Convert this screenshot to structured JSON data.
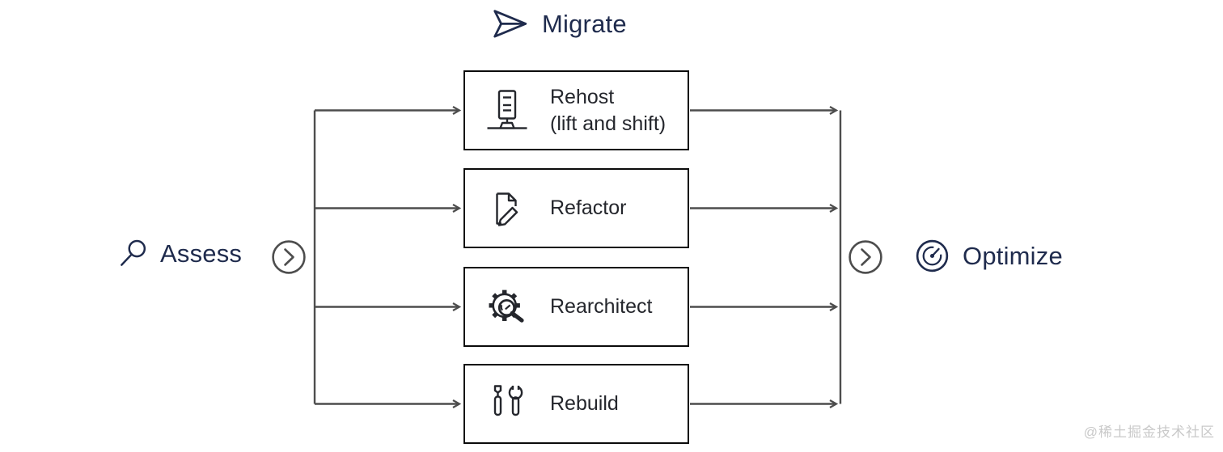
{
  "title": {
    "label": "Migrate",
    "icon": "paper-plane-icon"
  },
  "stages": {
    "assess": {
      "label": "Assess",
      "icon": "search-icon"
    },
    "optimize": {
      "label": "Optimize",
      "icon": "gauge-icon"
    }
  },
  "options": [
    {
      "label": "Rehost",
      "sublabel": "(lift and shift)",
      "icon": "server-icon"
    },
    {
      "label": "Refactor",
      "sublabel": "",
      "icon": "document-pencil-icon"
    },
    {
      "label": "Rearchitect",
      "sublabel": "",
      "icon": "gear-magnifier-icon"
    },
    {
      "label": "Rebuild",
      "sublabel": "",
      "icon": "screwdriver-wrench-icon"
    }
  ],
  "watermark": "@稀土掘金技术社区",
  "colors": {
    "title_navy": "#1f2b4d",
    "box_text": "#24262c",
    "connector_gray": "#4d4d4d",
    "box_border": "#0b0b0b",
    "watermark_gray": "#c9c9c9",
    "background": "#ffffff"
  }
}
